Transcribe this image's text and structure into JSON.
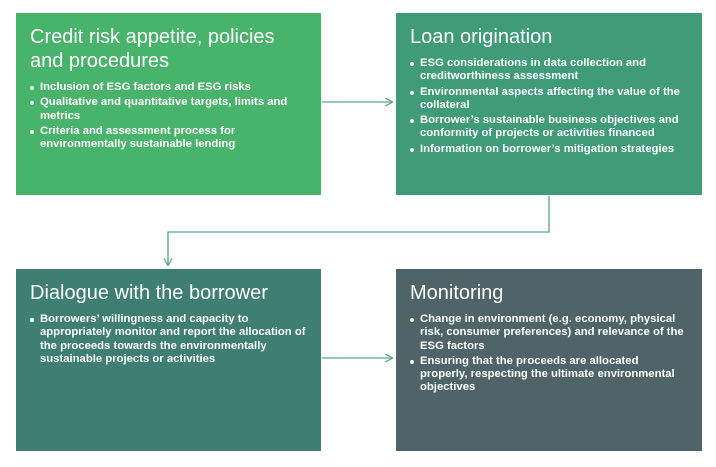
{
  "boxes": {
    "credit_risk": {
      "title_line1": "Credit risk appetite, policies",
      "title_line2": "and procedures",
      "items": [
        "Inclusion of ESG factors and ESG risks",
        "Qualitative and quantitative targets, limits and metrics",
        "Criteria and assessment process for environmentally sustainable lending"
      ]
    },
    "loan_origination": {
      "title": "Loan origination",
      "items": [
        "ESG considerations in data collection and creditworthiness assessment",
        "Environmental aspects affecting the value of the collateral",
        "Borrower’s sustainable business objectives and conformity of projects or activities financed",
        "Information on borrower’s mitigation strategies"
      ]
    },
    "dialogue": {
      "title": "Dialogue with the borrower",
      "items": [
        "Borrowers’ willingness and capacity to appropriately monitor and report the allocation of the proceeds towards the environmentally sustainable projects or activities"
      ]
    },
    "monitoring": {
      "title": "Monitoring",
      "items": [
        "Change in environment (e.g. economy, physical risk, consumer preferences) and relevance of the ESG factors",
        "Ensuring that the proceeds are allocated properly, respecting the ultimate environmental objectives"
      ]
    }
  },
  "colors": {
    "credit_risk_box": "#48b36a",
    "loan_origination_box": "#3f9b7a",
    "dialogue_box": "#3e7e73",
    "monitoring_box": "#4e6468",
    "connector": "#5aa58d"
  }
}
